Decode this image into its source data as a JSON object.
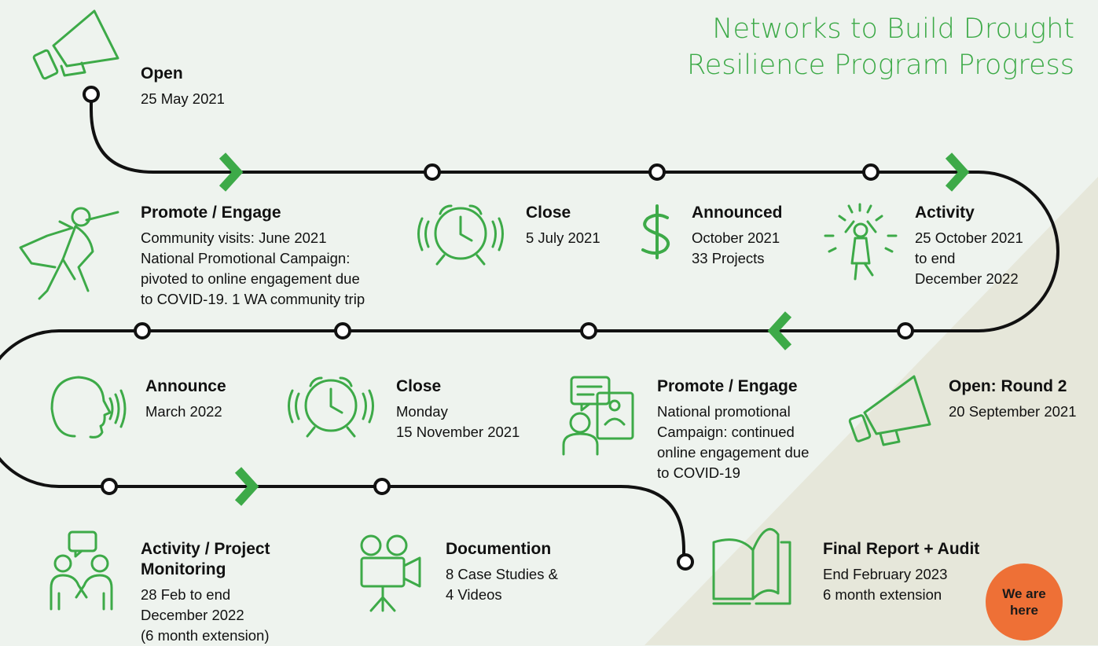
{
  "title": "Networks to Build Drought Resilience Program Progress",
  "colors": {
    "accent": "#3daa48",
    "line": "#111111",
    "badge": "#ee7036",
    "background": "#eef3ee",
    "band": "#e6e7da"
  },
  "steps": {
    "open": {
      "title": "Open",
      "lines": [
        "25 May 2021"
      ],
      "icon": "megaphone-icon"
    },
    "promote1": {
      "title": "Promote / Engage",
      "lines": [
        "Community visits: June 2021",
        "National Promotional Campaign:",
        "pivoted to online engagement due",
        "to COVID-19. 1 WA community trip"
      ],
      "icon": "running-hero-icon"
    },
    "close1": {
      "title": "Close",
      "lines": [
        "5 July 2021"
      ],
      "icon": "alarm-clock-icon"
    },
    "announced": {
      "title": "Announced",
      "lines": [
        "October 2021",
        "33 Projects"
      ],
      "icon": "dollar-icon"
    },
    "activity": {
      "title": "Activity",
      "lines": [
        "25 October 2021",
        "to end",
        "December 2022"
      ],
      "icon": "celebrating-person-icon"
    },
    "open2": {
      "title": "Open: Round 2",
      "lines": [
        "20 September 2021"
      ],
      "icon": "megaphone-icon"
    },
    "promote2": {
      "title": "Promote / Engage",
      "lines": [
        "National promotional",
        "Campaign: continued",
        "online engagement due",
        "to COVID-19"
      ],
      "icon": "video-meeting-icon"
    },
    "close2": {
      "title": "Close",
      "lines": [
        "Monday",
        "15 November 2021"
      ],
      "icon": "alarm-clock-icon"
    },
    "announce": {
      "title": "Announce",
      "lines": [
        "March 2022"
      ],
      "icon": "speaking-head-icon"
    },
    "monitoring": {
      "title": "Activity / Project Monitoring",
      "title_lines": [
        "Activity / Project",
        "Monitoring"
      ],
      "lines": [
        "28 Feb to end",
        "December 2022",
        "(6 month extension)"
      ],
      "icon": "people-chat-icon"
    },
    "documention": {
      "title": "Documention",
      "lines": [
        "8 Case Studies &",
        "4 Videos"
      ],
      "icon": "film-camera-icon"
    },
    "final": {
      "title": "Final Report + Audit",
      "lines": [
        "End February 2023",
        "6 month extension"
      ],
      "icon": "open-book-icon"
    }
  },
  "badge": {
    "label": "We are here"
  }
}
